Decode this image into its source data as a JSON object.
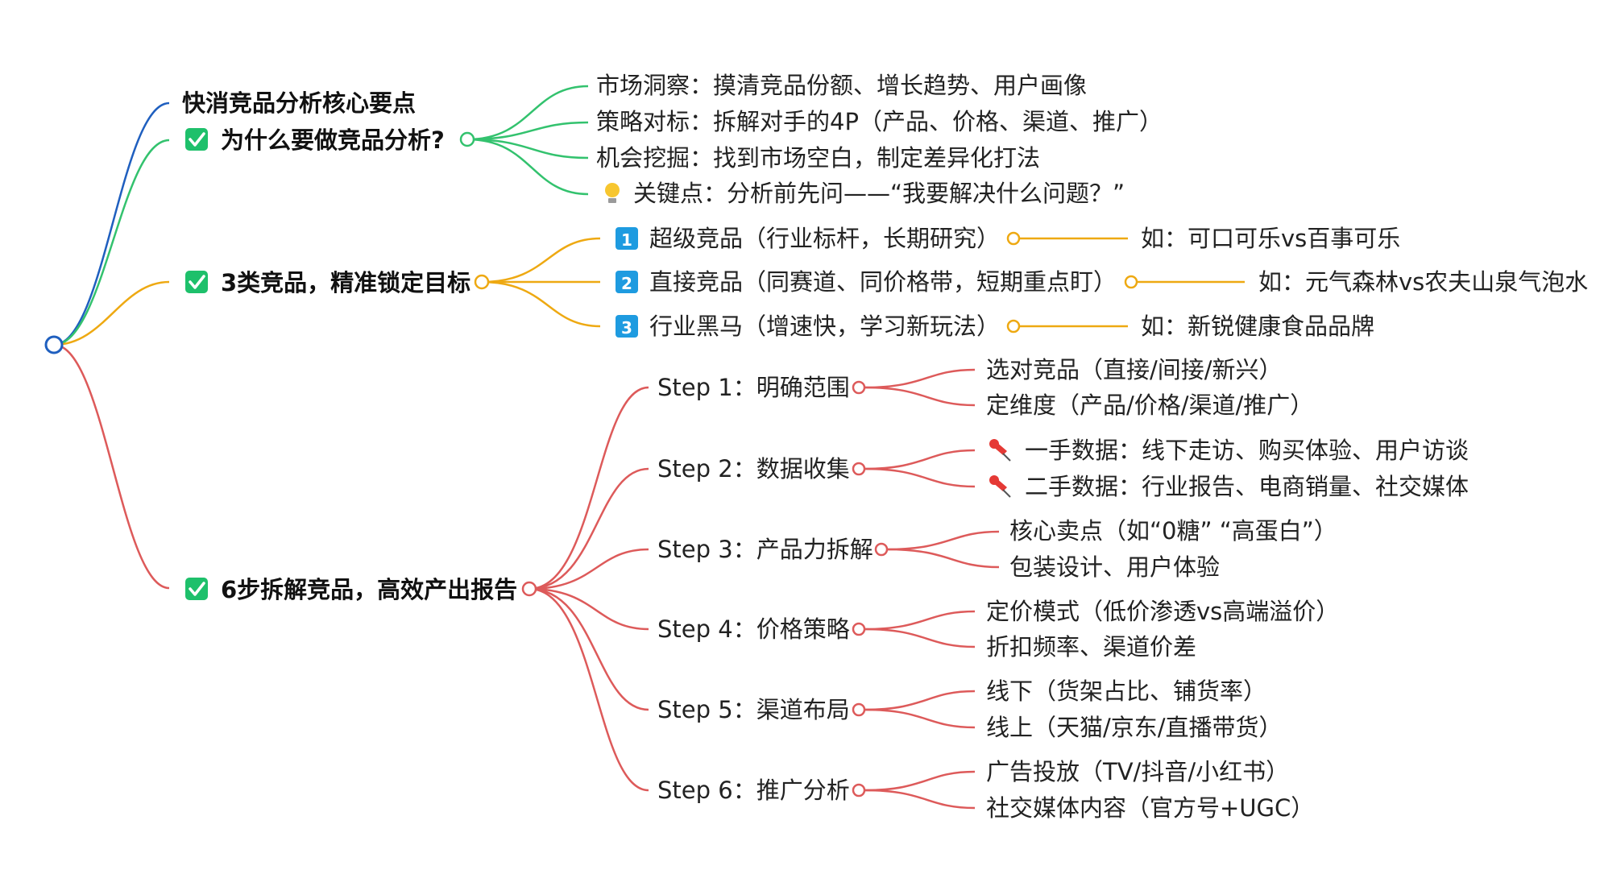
{
  "title": "快消竞品分析核心要点",
  "colors": {
    "blue": "#1f5fbf",
    "green": "#33c26e",
    "orange": "#eea912",
    "red": "#dd5a5a",
    "check": "#1ec06b",
    "badge": "#1e9be0"
  },
  "icons": {
    "check": "check-box-icon",
    "bulb": "light-bulb-icon",
    "pin": "pushpin-icon",
    "num1": "keycap-1-icon",
    "num2": "keycap-2-icon",
    "num3": "keycap-3-icon"
  },
  "sections": {
    "why": {
      "label": "为什么要做竞品分析?",
      "items": [
        "市场洞察：摸清竞品份额、增长趋势、用户画像",
        "策略对标：拆解对手的4P（产品、价格、渠道、推广）",
        "机会挖掘：找到市场空白，制定差异化打法",
        "关键点：分析前先问——“我要解决什么问题？”"
      ]
    },
    "types": {
      "label": "3类竞品，精准锁定目标",
      "badges": [
        "1",
        "2",
        "3"
      ],
      "items": [
        {
          "label": "超级竞品（行业标杆，长期研究）",
          "example": "如：可口可乐vs百事可乐"
        },
        {
          "label": "直接竞品（同赛道、同价格带，短期重点盯）",
          "example": "如：元气森林vs农夫山泉气泡水"
        },
        {
          "label": "行业黑马（增速快，学习新玩法）",
          "example": "如：新锐健康食品品牌"
        }
      ]
    },
    "steps": {
      "label": "6步拆解竞品，高效产出报告",
      "items": [
        {
          "label": "Step 1：明确范围",
          "details": [
            "选对竞品（直接/间接/新兴）",
            "定维度（产品/价格/渠道/推广）"
          ]
        },
        {
          "label": "Step 2：数据收集",
          "details": [
            "一手数据：线下走访、购买体验、用户访谈",
            "二手数据：行业报告、电商销量、社交媒体"
          ]
        },
        {
          "label": "Step 3：产品力拆解",
          "details": [
            "核心卖点（如“0糖” “高蛋白”）",
            "包装设计、用户体验"
          ]
        },
        {
          "label": "Step 4：价格策略",
          "details": [
            "定价模式（低价渗透vs高端溢价）",
            "折扣频率、渠道价差"
          ]
        },
        {
          "label": "Step 5：渠道布局",
          "details": [
            "线下（货架占比、铺货率）",
            "线上（天猫/京东/直播带货）"
          ]
        },
        {
          "label": "Step 6：推广分析",
          "details": [
            "广告投放（TV/抖音/小红书）",
            "社交媒体内容（官方号+UGC）"
          ]
        }
      ]
    }
  }
}
